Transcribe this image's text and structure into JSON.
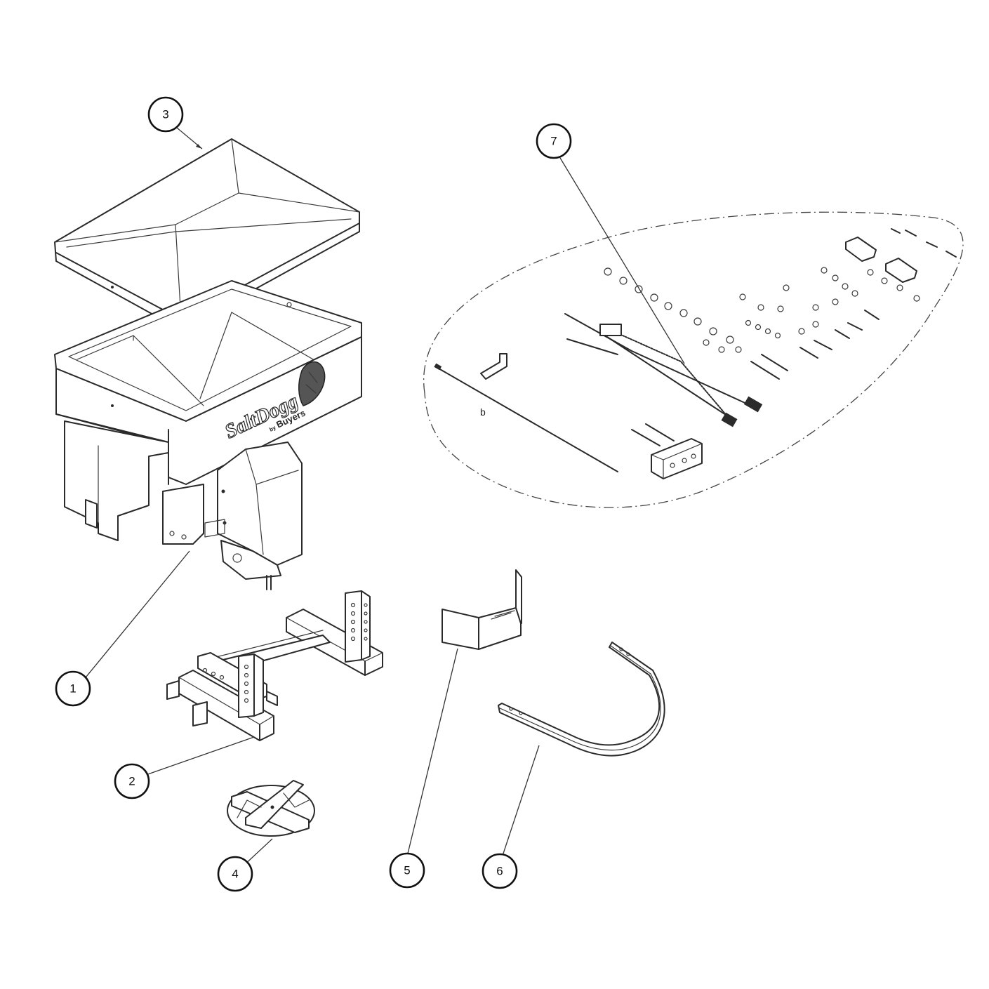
{
  "diagram": {
    "callouts": [
      {
        "id": "callout-1",
        "label": "1"
      },
      {
        "id": "callout-2",
        "label": "2"
      },
      {
        "id": "callout-3",
        "label": "3"
      },
      {
        "id": "callout-4",
        "label": "4"
      },
      {
        "id": "callout-5",
        "label": "5"
      },
      {
        "id": "callout-6",
        "label": "6"
      },
      {
        "id": "callout-7",
        "label": "7"
      }
    ],
    "logo": {
      "brand": "SaltDogg",
      "byline": "by",
      "maker": "Buyers"
    },
    "kit_mark": "b"
  }
}
